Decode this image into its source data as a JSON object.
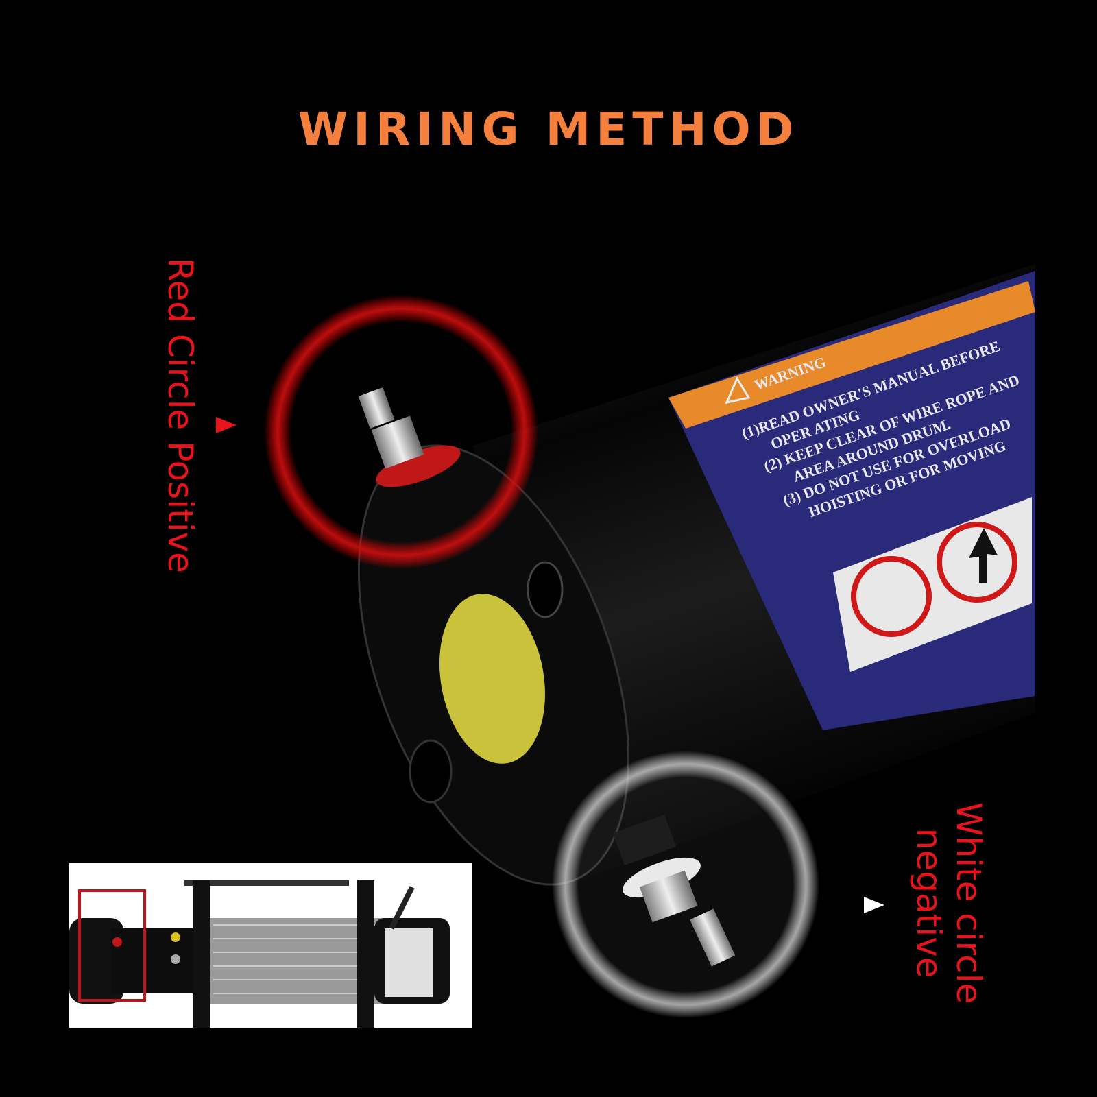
{
  "title": "WIRING METHOD",
  "labels": {
    "positive": "Red Circle Positive",
    "negative_line1": "White circle",
    "negative_line2": "negative"
  },
  "warning_label": {
    "heading": "WARNING",
    "lines": [
      "(1)READ OWNER'S MANUAL BEFORE",
      "OPER ATING",
      "(2) KEEP CLEAR OF WIRE ROPE AND",
      "AREA AROUND DRUM.",
      "(3) DO NOT USE FOR OVERLOAD",
      "HOISTING OR FOR MOVING"
    ]
  },
  "colors": {
    "title": "#f5803e",
    "positive_marker": "#e8141b",
    "negative_marker": "#ffffff",
    "label_blue": "#2a2a7a",
    "label_orange": "#e8892a",
    "end_cap_sticker": "#c9c23a"
  }
}
